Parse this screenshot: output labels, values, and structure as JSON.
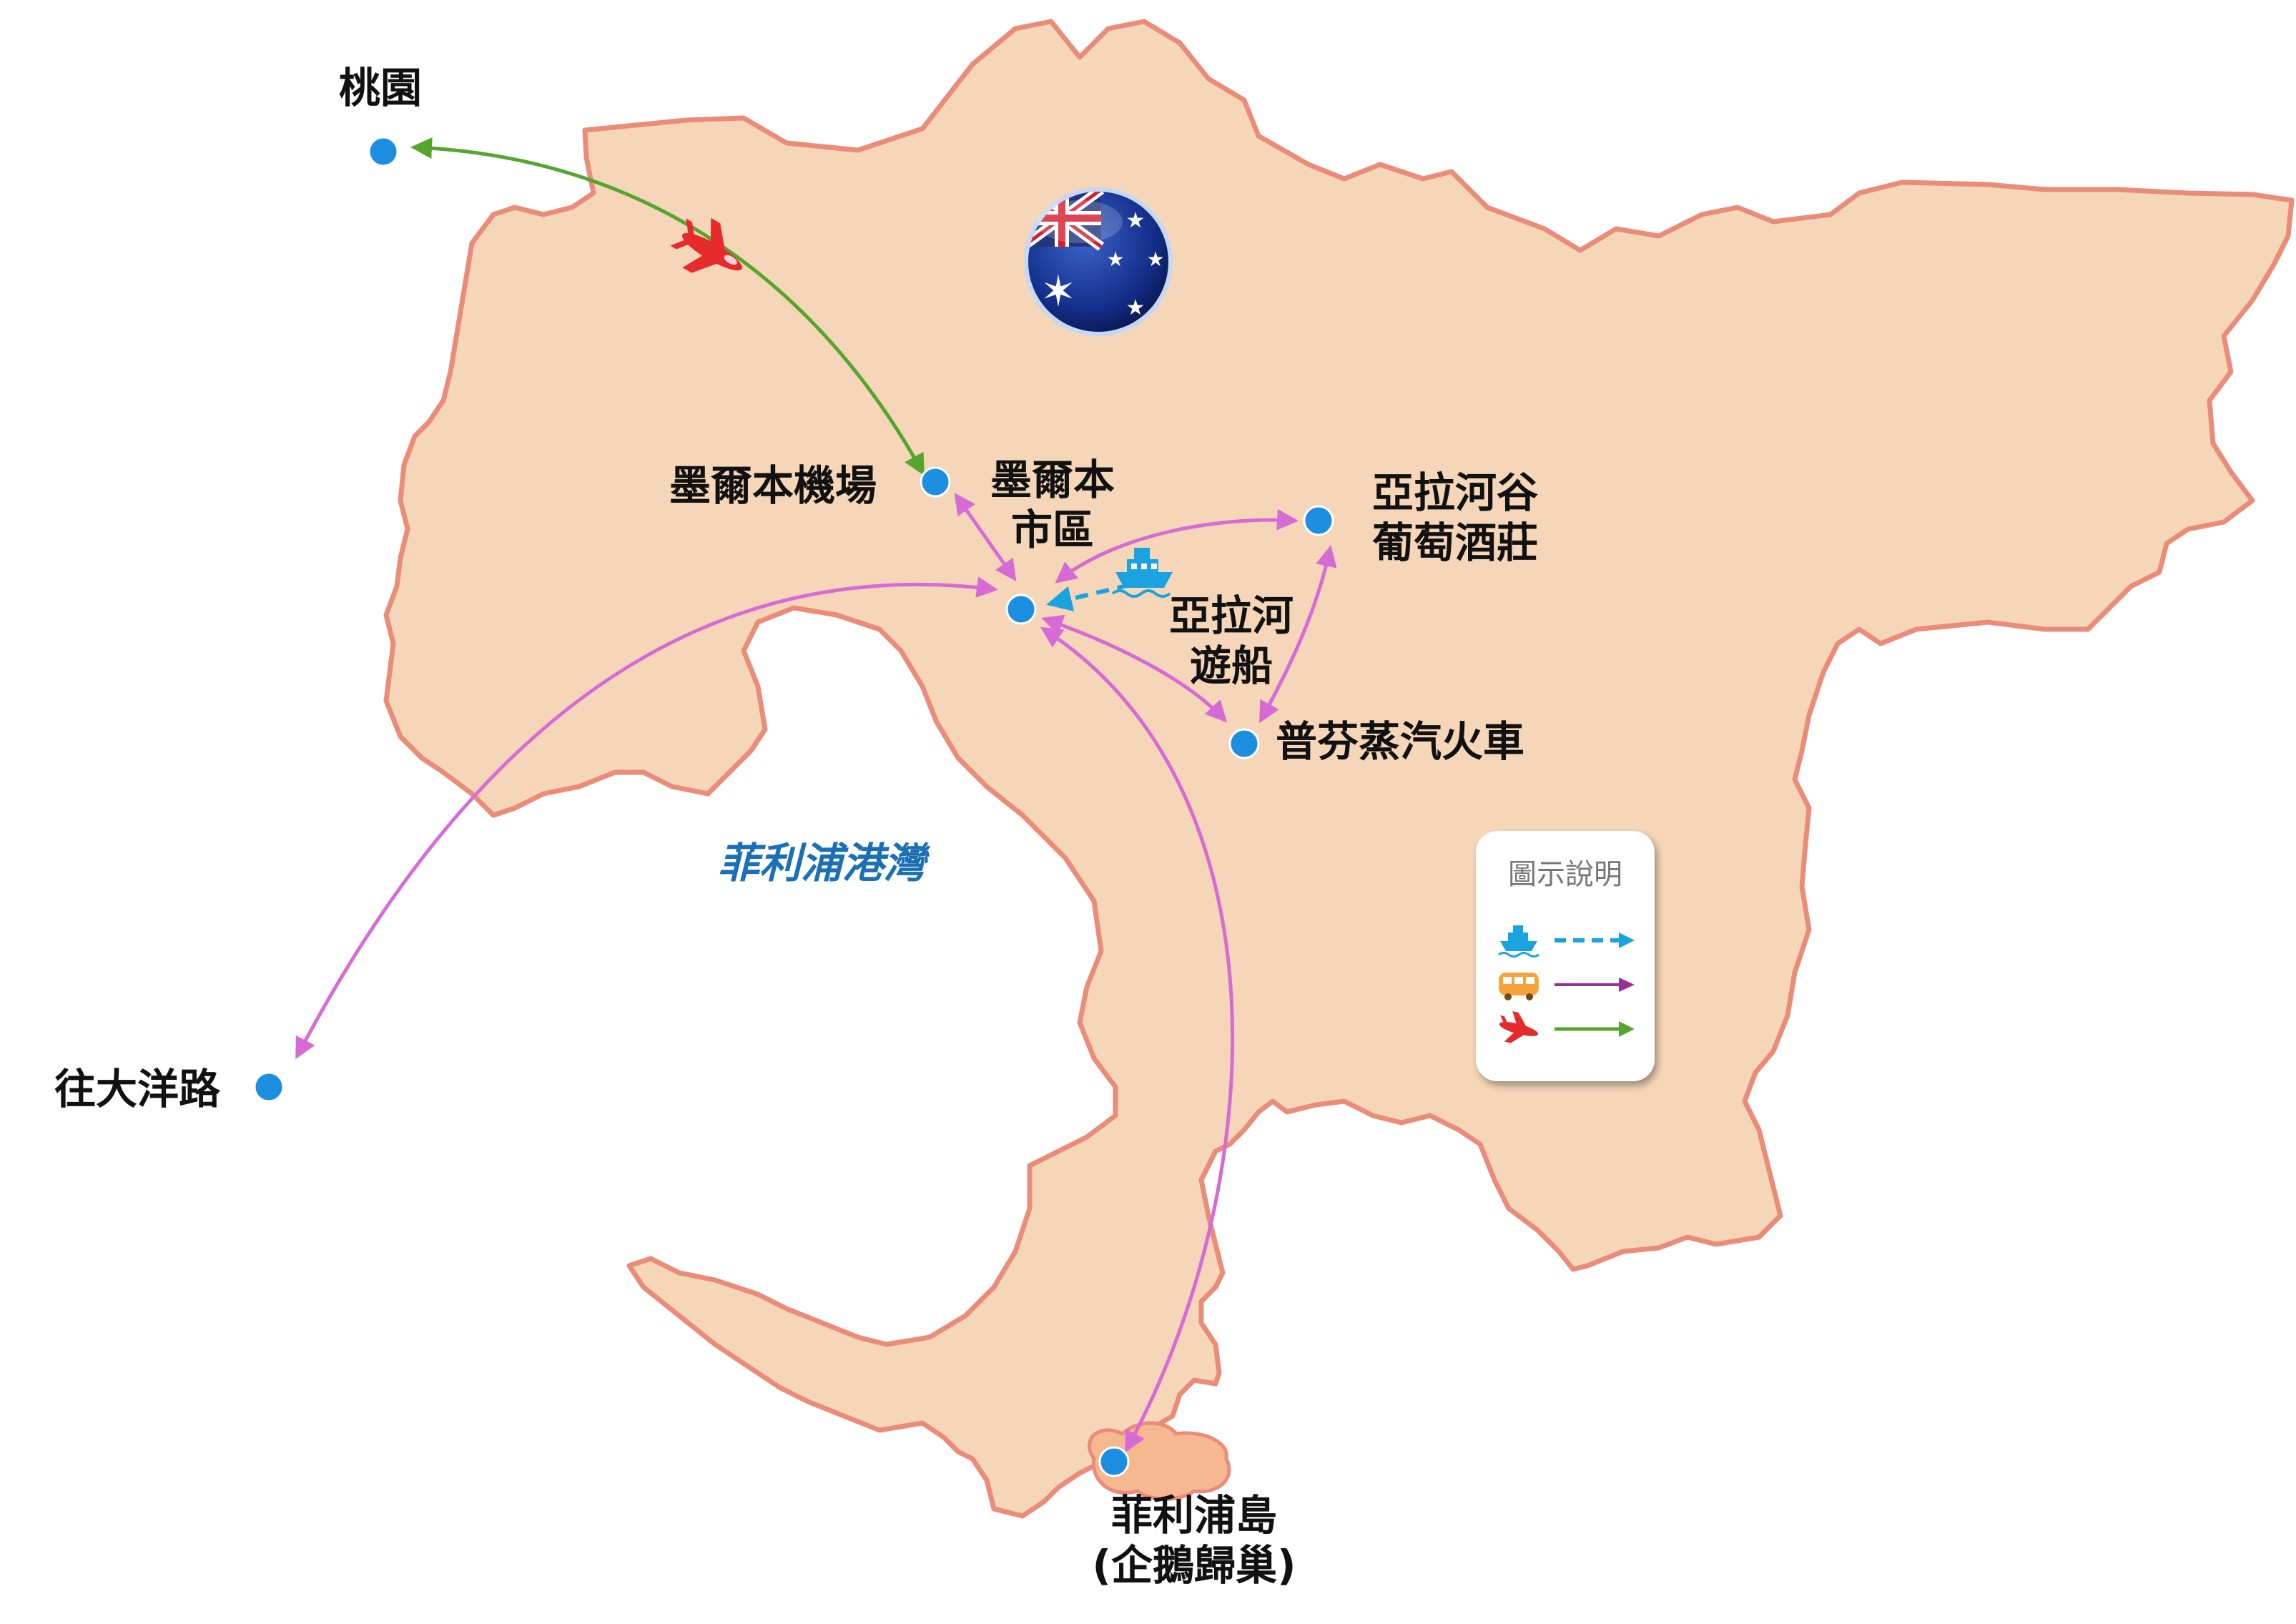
{
  "colors": {
    "land": "#f5d6b8",
    "coast": "#ea8c7a",
    "location_dot": "#1d8fe0",
    "ferry_route": "#1ba3e0",
    "bus_route": "#d66bd6",
    "flight_route": "#55a52f",
    "bay_text": "#1a6fb5"
  },
  "places": {
    "taoyuan": "桃園",
    "mel_airport": "墨爾本機場",
    "mel_city_line1": "墨爾本",
    "mel_city_line2": "市區",
    "yarra_valley_line1": "亞拉河谷",
    "yarra_valley_line2": "葡萄酒莊",
    "yarra_cruise_line1": "亞拉河",
    "yarra_cruise_line2": "遊船",
    "puffing_billy": "普芬蒸汽火車",
    "great_ocean_road": "往大洋路",
    "phillip_island_line1": "菲利浦島",
    "phillip_island_line2": "(企鵝歸巢)"
  },
  "bay_name": "菲利浦港灣",
  "flag_icon": "australia-flag",
  "legend": {
    "title": "圖示說明",
    "items": [
      {
        "icon": "ship-icon",
        "line": "dashed",
        "color": "#1ba3e0"
      },
      {
        "icon": "bus-icon",
        "line": "solid",
        "color": "#9b2d9b"
      },
      {
        "icon": "plane-icon",
        "line": "solid",
        "color": "#55a52f"
      }
    ]
  }
}
